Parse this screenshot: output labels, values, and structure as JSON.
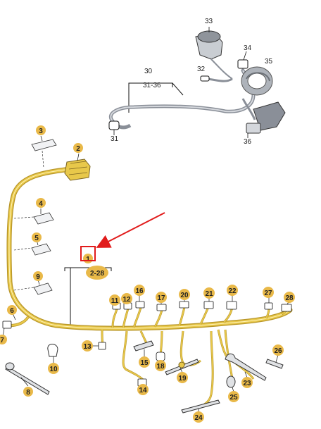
{
  "colors": {
    "harness": "#e8c84a",
    "harness_dark": "#b8962a",
    "callout_bubble": "#e9b949",
    "cable_grey": "#8a8f98",
    "cable_light": "#d4d7dc",
    "arrow": "#e11b1b",
    "line": "#111111"
  },
  "callouts": {
    "c1": "1",
    "c2": "2",
    "c3": "3",
    "c4": "4",
    "c5": "5",
    "c6": "6",
    "c7": "7",
    "c8": "8",
    "c9": "9",
    "c10": "10",
    "c11": "11",
    "c12": "12",
    "c13": "13",
    "c14": "14",
    "c15": "15",
    "c16": "16",
    "c17": "17",
    "c18": "18",
    "c19": "19",
    "c20": "20",
    "c21": "21",
    "c22": "22",
    "c23": "23",
    "c24": "24",
    "c25": "25",
    "c26": "26",
    "c27": "27",
    "c28": "28"
  },
  "range_main": "2-28",
  "upper": {
    "n30": "30",
    "range": "31-36",
    "n31": "31",
    "n32": "32",
    "n33": "33",
    "n34": "34",
    "n35": "35",
    "n36": "36"
  },
  "highlight": "red-box-around-item-1"
}
